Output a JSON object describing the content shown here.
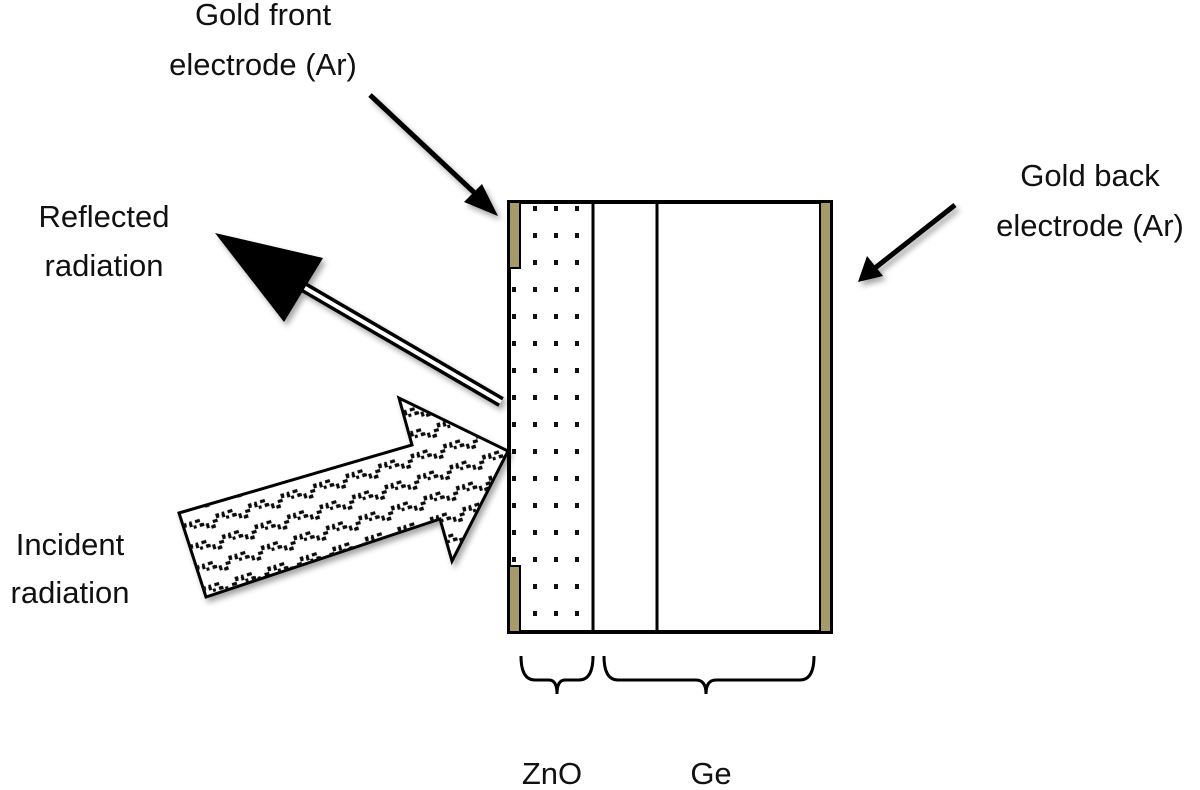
{
  "labels": {
    "front_electrode": [
      "Gold front",
      "electrode (Ar)"
    ],
    "back_electrode": [
      "Gold back",
      "electrode (Ar)"
    ],
    "reflected": [
      "Reflected",
      "radiation"
    ],
    "incident": [
      "Incident",
      "radiation"
    ],
    "zno": "ZnO",
    "ge": "Ge"
  },
  "colors": {
    "gold": "#a79a6a",
    "outline": "#000000",
    "fill": "#ffffff"
  }
}
